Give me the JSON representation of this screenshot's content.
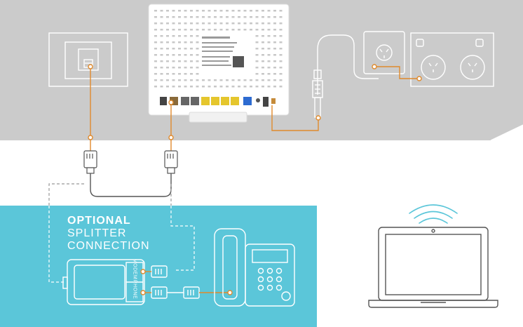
{
  "splitter": {
    "title_line1": "OPTIONAL",
    "title_line2": "SPLITTER",
    "title_line3": "CONNECTION",
    "port_modem": "MODEM",
    "port_phone": "PHONE"
  },
  "colors": {
    "top_band": "#cbcbcb",
    "splitter_panel": "#5bc6d9",
    "cable_accent": "#e08a2c",
    "line_white": "#ffffff",
    "line_dark": "#555555"
  },
  "icons": [
    "wall-phone-socket-icon",
    "modem-router-icon",
    "power-adapter-icon",
    "power-outlet-icon",
    "rj11-plug-icon",
    "splitter-icon",
    "desk-phone-icon",
    "laptop-icon",
    "wifi-icon"
  ]
}
